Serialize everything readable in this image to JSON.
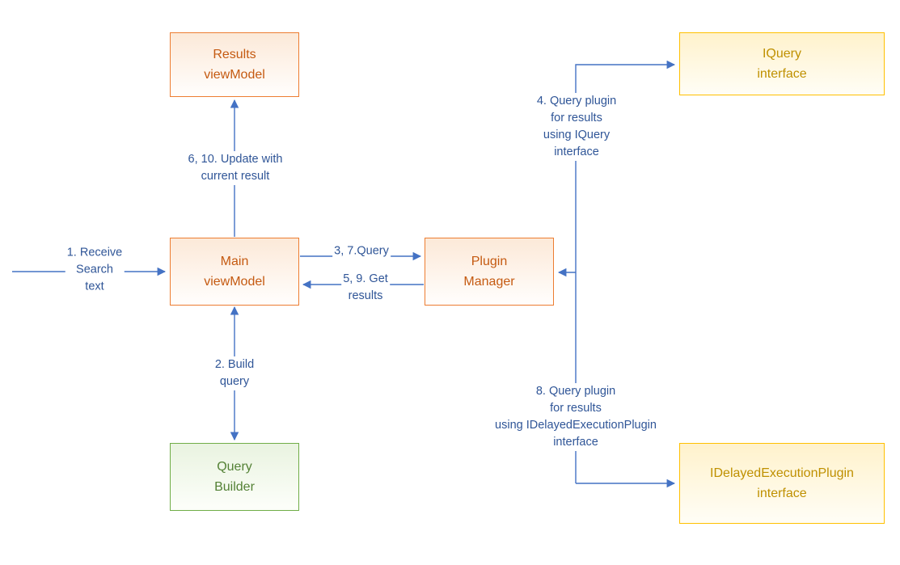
{
  "diagram": {
    "type": "flow-diagram",
    "colors": {
      "connector_line": "#4472C4",
      "connector_label_text": "#2F5597",
      "orange_node_border": "#ED7D31",
      "orange_node_text": "#C55A11",
      "gold_node_border": "#FFC000",
      "gold_node_text": "#BF9000",
      "green_node_border": "#70AD47",
      "green_node_text": "#538135"
    },
    "nodes": {
      "results_viewmodel": {
        "label": "Results\nviewModel"
      },
      "iquery_interface": {
        "label": "IQuery\ninterface"
      },
      "main_viewmodel": {
        "label": "Main\nviewModel"
      },
      "plugin_manager": {
        "label": "Plugin\nManager"
      },
      "query_builder": {
        "label": "Query\nBuilder"
      },
      "idelayed_interface": {
        "label": "IDelayedExecutionPlugin\ninterface"
      }
    },
    "connector_labels": {
      "receive_search": "1. Receive\nSearch\ntext",
      "update_current_result": "6, 10. Update with\ncurrent result",
      "query": "3, 7.Query",
      "get_results": "5, 9. Get\nresults",
      "build_query": "2. Build\nquery",
      "query_plugin_iquery": "4. Query plugin\nfor results\nusing IQuery\ninterface",
      "query_plugin_idelayed": "8. Query plugin\nfor results\nusing IDelayedExecutionPlugin\ninterface"
    }
  }
}
